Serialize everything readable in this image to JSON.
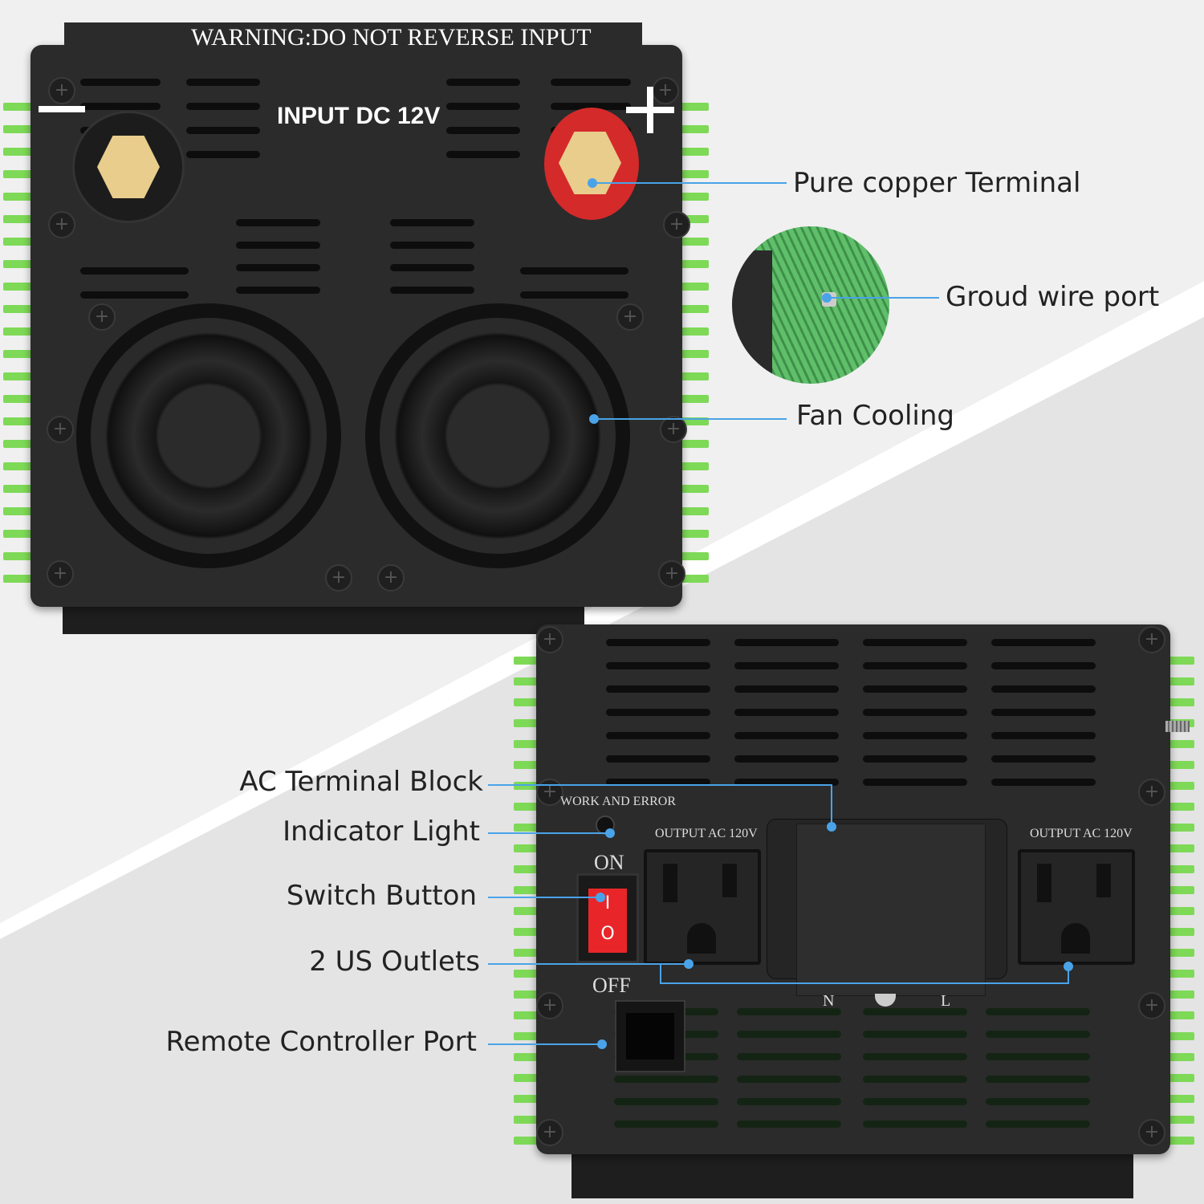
{
  "top_unit": {
    "warning": "WARNING:DO NOT REVERSE INPUT",
    "input": "INPUT DC 12V",
    "minus": "−",
    "plus": "+"
  },
  "bottom_unit": {
    "indicator": "WORK AND ERROR",
    "on": "ON",
    "off": "OFF",
    "outlet_left": "OUTPUT  AC  120V",
    "outlet_right": "OUTPUT  AC  120V",
    "terminal_n": "N",
    "terminal_l": "L",
    "switch_on_symbol": "I",
    "switch_off_symbol": "O"
  },
  "callouts": {
    "copper": "Pure copper Terminal",
    "ground": "Groud wire port",
    "fan": "Fan Cooling",
    "ac_block": "AC Terminal Block",
    "indicator": "Indicator Light",
    "switch": "Switch Button",
    "outlets": "2 US Outlets",
    "remote": "Remote Controller Port"
  },
  "colors": {
    "callout_line": "#4aa3e8",
    "heatsink": "#7ed957",
    "body": "#2b2b2b",
    "positive_terminal": "#d42a2a",
    "switch": "#e8262a"
  }
}
